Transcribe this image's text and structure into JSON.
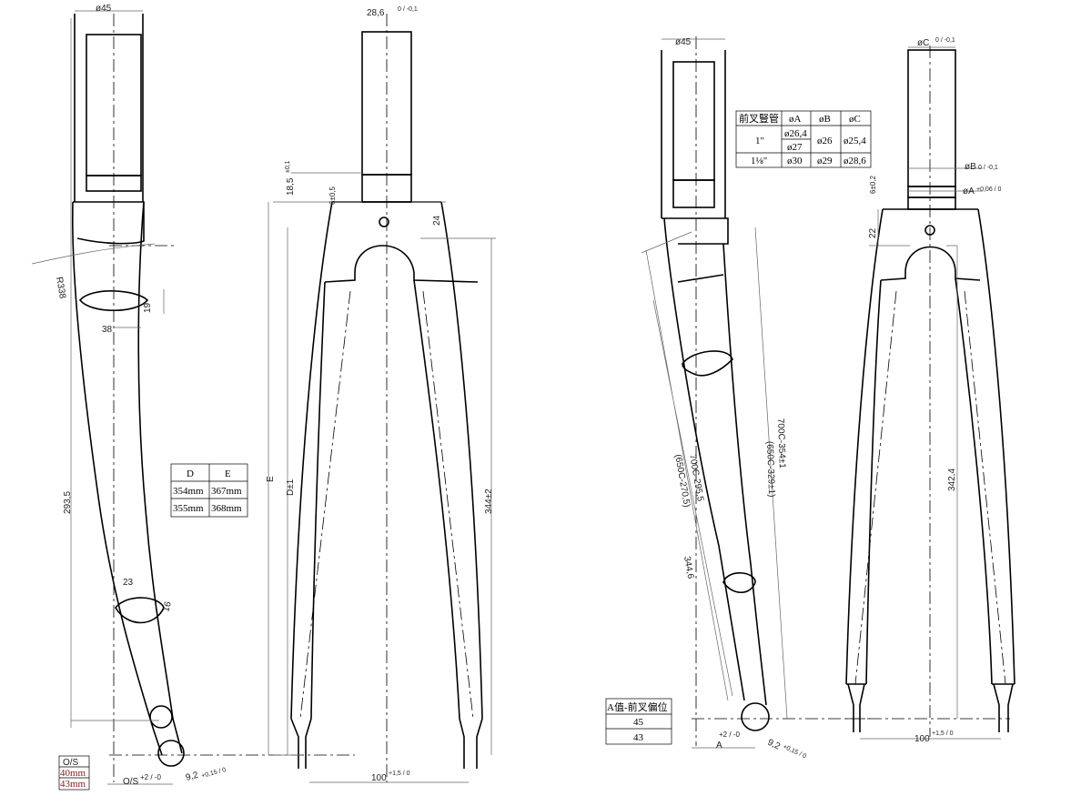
{
  "view1": {
    "steerer_dia": "ø45",
    "radius": "R338",
    "width_19": "19",
    "width_38": "38",
    "length": "293,5",
    "width_23": "23",
    "width_16": "16",
    "dropout_slot": "9,2",
    "dropout_tol": "+0,15 / 0",
    "offset_label": "O/S",
    "offset_tol": "+2 / -0"
  },
  "os_table": {
    "header": "O/S",
    "rows": [
      "40mm",
      "43mm"
    ]
  },
  "de_table": {
    "headers": [
      "D",
      "E"
    ],
    "rows": [
      [
        "354mm",
        "367mm"
      ],
      [
        "355mm",
        "368mm"
      ]
    ]
  },
  "view2": {
    "steerer_dia": "28,6",
    "steerer_tol": "0 / -0,1",
    "crown_height": "18,5",
    "crown_tol": "±0,1",
    "collar": "6±0,5",
    "crown_24": "24",
    "label_e": "E",
    "label_d": "D±1",
    "axle_length": "344±2",
    "hub_spacing": "100",
    "hub_tol": "+1,5 / 0"
  },
  "spec_table": {
    "headers": [
      "前叉豎管",
      "øA",
      "øB",
      "øC"
    ],
    "rows": [
      {
        "size": "1\"",
        "a": [
          "ø26,4",
          "ø27"
        ],
        "b": "ø26",
        "c": "ø25,4"
      },
      {
        "size": "1⅛\"",
        "a": [
          "ø30"
        ],
        "b": "ø29",
        "c": "ø28,6"
      }
    ]
  },
  "view3": {
    "steerer_dia": "ø45",
    "len_700c_a": "700C-295,5",
    "len_650c_a": "(650C-270,5)",
    "len_700c_b": "700C-354±1",
    "len_650c_b": "(650C-329±1)",
    "len_344": "344,6",
    "offset_label": "A",
    "offset_tol": "+2 / -0",
    "dropout_slot": "9,2",
    "dropout_tol": "+0,15 / 0"
  },
  "a_table": {
    "header": "A值-前叉偏位",
    "rows": [
      "45",
      "43"
    ]
  },
  "view4": {
    "steerer_c": "øC",
    "c_tol": "0 / -0,1",
    "steerer_b": "øB",
    "b_tol": "0 / -0,1",
    "steerer_a": "øA",
    "a_tol": "+0,06 / 0",
    "collar": "6±0,2",
    "crown_22": "22",
    "axle_length": "342,4",
    "hub_spacing": "100",
    "hub_tol": "+1,5 / 0"
  }
}
